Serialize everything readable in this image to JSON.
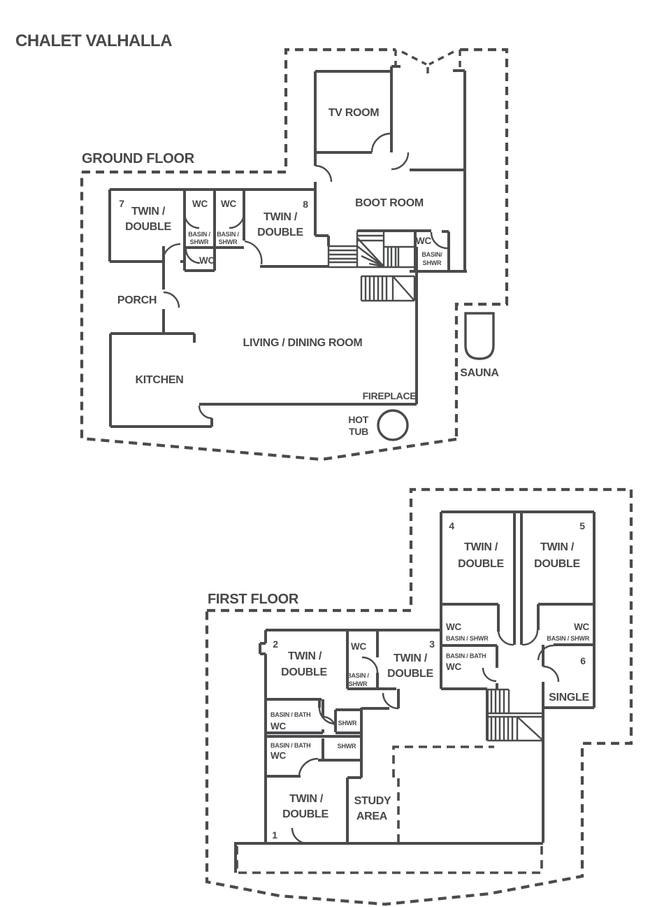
{
  "title": "CHALET VALHALLA",
  "line_color": "#4a4b4d",
  "ground_floor": {
    "name": "GROUND FLOOR",
    "rooms": {
      "tv": "TV ROOM",
      "boot": "BOOT ROOM",
      "living": "LIVING / DINING ROOM",
      "kitchen": "KITCHEN",
      "porch": "PORCH",
      "fireplace": "FIREPLACE",
      "hot_tub_1": "HOT",
      "hot_tub_2": "TUB",
      "sauna": "SAUNA",
      "room7_num": "7",
      "room7_1": "TWIN /",
      "room7_2": "DOUBLE",
      "room8_num": "8",
      "room8_1": "TWIN /",
      "room8_2": "DOUBLE",
      "wc_a": "WC",
      "wc_a_1": "BASIN /",
      "wc_a_2": "SHWR",
      "wc_b": "WC",
      "wc_b_1": "BASIN /",
      "wc_b_2": "SHWR",
      "wc_c": "WC",
      "wc_d": "WC",
      "wc_d_1": "BASIN/",
      "wc_d_2": "SHWR"
    }
  },
  "first_floor": {
    "name": "FIRST FLOOR",
    "rooms": {
      "room1_num": "1",
      "room1_1": "TWIN /",
      "room1_2": "DOUBLE",
      "room2_num": "2",
      "room2_1": "TWIN /",
      "room2_2": "DOUBLE",
      "room3_num": "3",
      "room3_1": "TWIN /",
      "room3_2": "DOUBLE",
      "room4_num": "4",
      "room4_1": "TWIN /",
      "room4_2": "DOUBLE",
      "room5_num": "5",
      "room5_1": "TWIN /",
      "room5_2": "DOUBLE",
      "room6_num": "6",
      "room6": "SINGLE",
      "wc_mid": "WC",
      "wc_mid_1": "BASIN /",
      "wc_mid_2": "SHWR",
      "wc_u4": "WC",
      "wc_u4_sub": "BASIN / SHWR",
      "bb_u4_sub": "BASIN / BATH",
      "bb_u4": "WC",
      "wc_u5": "WC",
      "wc_u5_sub": "BASIN / SHWR",
      "bb_1_sub": "BASIN / BATH",
      "bb_1": "WC",
      "shwr_1": "SHWR",
      "bb_2_sub": "BASIN / BATH",
      "bb_2": "WC",
      "shwr_2": "SHWR",
      "study_1": "STUDY",
      "study_2": "AREA"
    }
  }
}
